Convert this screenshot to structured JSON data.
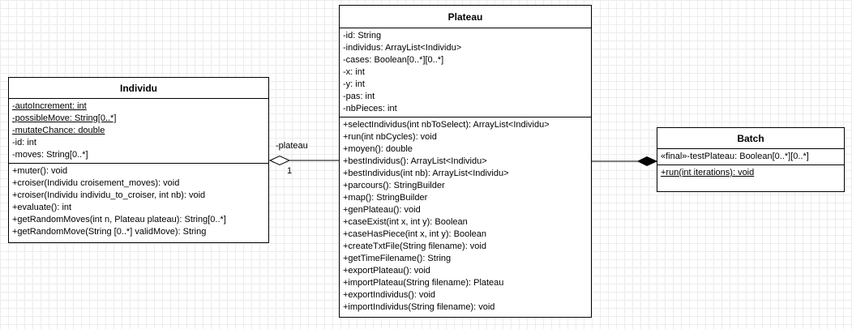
{
  "classes": {
    "individu": {
      "name": "Individu",
      "attributes": [
        {
          "text": "-autoIncrement: int",
          "static": true
        },
        {
          "text": "-possibleMove: String[0..*]",
          "static": true
        },
        {
          "text": "-mutateChance: double",
          "static": true
        },
        {
          "text": "-id: int",
          "static": false
        },
        {
          "text": "-moves: String[0..*]",
          "static": false
        }
      ],
      "methods": [
        {
          "text": "+muter(): void",
          "static": false
        },
        {
          "text": "+croiser(Individu croisement_moves): void",
          "static": false
        },
        {
          "text": "+croiser(Individu individu_to_croiser, int nb): void",
          "static": false
        },
        {
          "text": "+evaluate(): int",
          "static": false
        },
        {
          "text": "+getRandomMoves(int n, Plateau plateau): String[0..*]",
          "static": false
        },
        {
          "text": "+getRandomMove(String [0..*] validMove): String",
          "static": false
        }
      ]
    },
    "plateau": {
      "name": "Plateau",
      "attributes": [
        {
          "text": "-id: String",
          "static": false
        },
        {
          "text": "-individus: ArrayList<Individu>",
          "static": false
        },
        {
          "text": "-cases: Boolean[0..*][0..*]",
          "static": false
        },
        {
          "text": "-x: int",
          "static": false
        },
        {
          "text": "-y: int",
          "static": false
        },
        {
          "text": "-pas: int",
          "static": false
        },
        {
          "text": "-nbPieces: int",
          "static": false
        }
      ],
      "methods": [
        {
          "text": "+selectIndividus(int nbToSelect): ArrayList<Individu>",
          "static": false
        },
        {
          "text": "+run(int nbCycles): void",
          "static": false
        },
        {
          "text": "+moyen(): double",
          "static": false
        },
        {
          "text": "+bestIndividus(): ArrayList<Individu>",
          "static": false
        },
        {
          "text": "+bestIndividus(int nb): ArrayList<Individu>",
          "static": false
        },
        {
          "text": "+parcours(): StringBuilder",
          "static": false
        },
        {
          "text": "+map(): StringBuilder",
          "static": false
        },
        {
          "text": "+genPlateau(): void",
          "static": false
        },
        {
          "text": "+caseExist(int x, int y): Boolean",
          "static": false
        },
        {
          "text": "+caseHasPiece(int x, int y): Boolean",
          "static": false
        },
        {
          "text": "+createTxtFile(String filename): void",
          "static": false
        },
        {
          "text": "+getTimeFilename(): String",
          "static": false
        },
        {
          "text": "+exportPlateau(): void",
          "static": false
        },
        {
          "text": "+importPlateau(String filename): Plateau",
          "static": false
        },
        {
          "text": "+exportIndividus(): void",
          "static": false
        },
        {
          "text": "+importIndividus(String filename): void",
          "static": false
        }
      ]
    },
    "batch": {
      "name": "Batch",
      "attributes": [
        {
          "text": "«final»-testPlateau: Boolean[0..*][0..*]",
          "static": false
        }
      ],
      "methods": [
        {
          "text": "+run(int iterations): void",
          "static": true
        }
      ]
    }
  },
  "associations": {
    "individu_plateau": {
      "role": "-plateau",
      "multiplicity": "1",
      "type": "aggregation"
    },
    "batch_plateau": {
      "type": "composition"
    }
  }
}
